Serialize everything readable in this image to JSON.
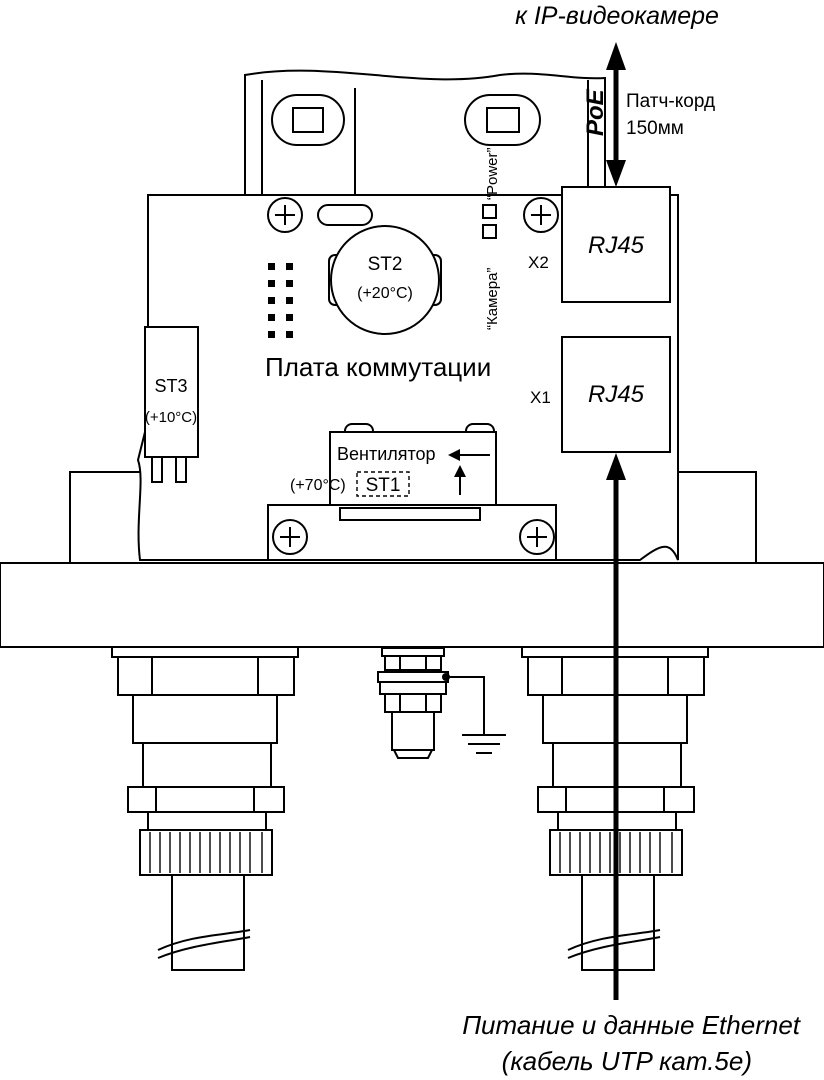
{
  "labels": {
    "to_camera": "к IP-видеокамере",
    "poe": "PoE",
    "patch_cord_line1": "Патч-корд",
    "patch_cord_line2": "150мм",
    "x2": "X2",
    "x1": "X1",
    "rj45_top": "RJ45",
    "rj45_bottom": "RJ45",
    "led_camera": "“Камера”",
    "led_power": "“Power”",
    "st2": "ST2",
    "st2_temp": "(+20°C)",
    "board": "Плата коммутации",
    "st3": "ST3",
    "st3_temp": "(+10°C)",
    "fan": "Вентилятор",
    "st1_temp": "(+70°C)",
    "st1": "ST1",
    "bottom_line1": "Питание и данные Ethernet",
    "bottom_line2": "(кабель UTP кат.5е)"
  }
}
